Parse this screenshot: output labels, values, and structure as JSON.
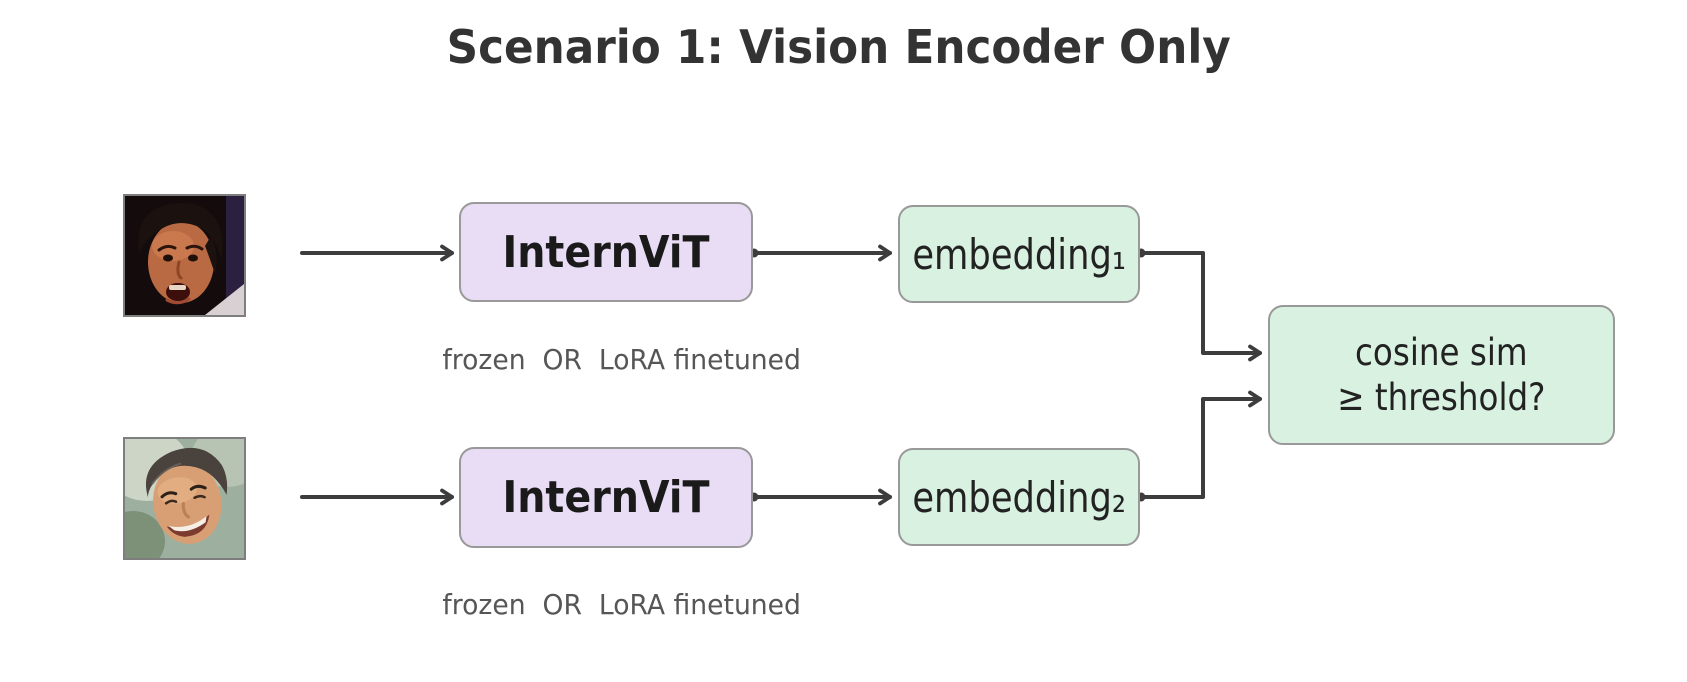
{
  "title": "Scenario 1: Vision Encoder Only",
  "nodes": {
    "encoder1": {
      "label": "InternViT"
    },
    "encoder2": {
      "label": "InternViT"
    },
    "embedding1": {
      "label": "embedding₁"
    },
    "embedding2": {
      "label": "embedding₂"
    },
    "decision": {
      "label": "cosine sim\n≥ threshold?"
    }
  },
  "annotations": {
    "encoder1_note": "frozen  OR  LoRA finetuned",
    "encoder2_note": "frozen  OR  LoRA finetuned"
  },
  "images": {
    "face1": "portrait photo: man speaking, dark background",
    "face2": "portrait photo: man smiling, light outdoor background"
  },
  "colors": {
    "encoder_fill": "#e9dcf5",
    "embedding_fill": "#d8f1e1",
    "decision_fill": "#d8f1e1",
    "box_border": "#999999",
    "connector": "#3d3d3d",
    "title_text": "#333333",
    "note_text": "#565656"
  }
}
